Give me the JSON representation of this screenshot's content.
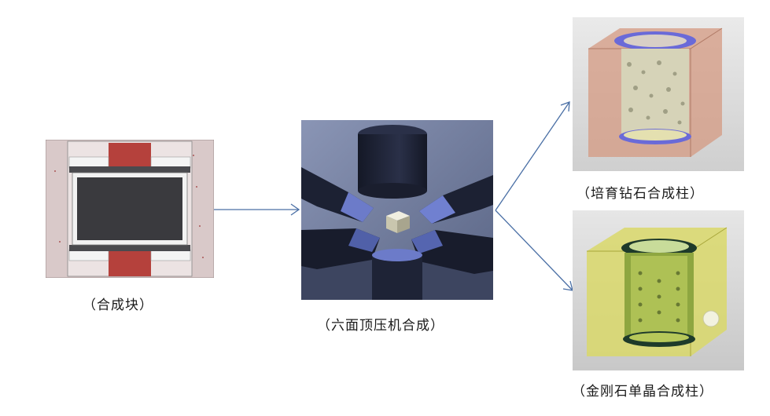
{
  "captions": {
    "block": "（合成块）",
    "press": "（六面顶压机合成）",
    "cultivated": "（培育钻石合成柱）",
    "single_crystal": "（金刚石单晶合成柱）"
  },
  "colors": {
    "arrow": "#4a6fa5",
    "block_red": "#b5413c",
    "block_core": "#3a3a3e",
    "block_pink": "#d8c6c6",
    "anvil_dark": "#23283a",
    "anvil_blue": "#6c7bc9",
    "cube_pink": "#d49a82",
    "cube_yellow": "#d9d86a"
  },
  "icons": {
    "block": "synthesis-block-cross-section",
    "press": "cubic-anvil-press",
    "cultivated": "cultivated-diamond-column",
    "single_crystal": "single-crystal-column"
  }
}
